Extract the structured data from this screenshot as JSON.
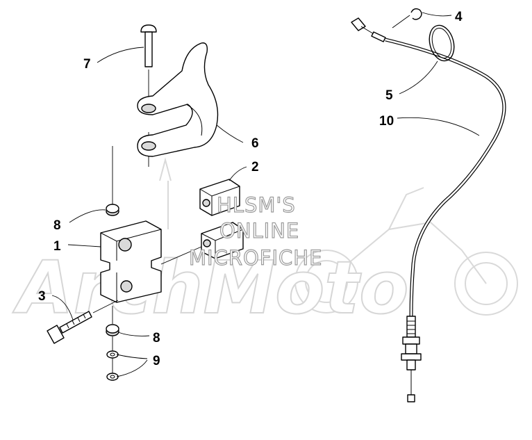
{
  "callouts": {
    "c1": "1",
    "c2": "2",
    "c3": "3",
    "c4": "4",
    "c5": "5",
    "c6": "6",
    "c7": "7",
    "c8a": "8",
    "c8b": "8",
    "c9": "9",
    "c10": "10"
  },
  "watermark": {
    "line1": "HLSM'S",
    "line2": "ONLINE",
    "line3": "MICROFICHE",
    "brand": "ArchMoto"
  },
  "colors": {
    "line": "#000000",
    "watermark_stroke": "#9a9a9a",
    "brand_stroke": "#d6d6d6"
  }
}
